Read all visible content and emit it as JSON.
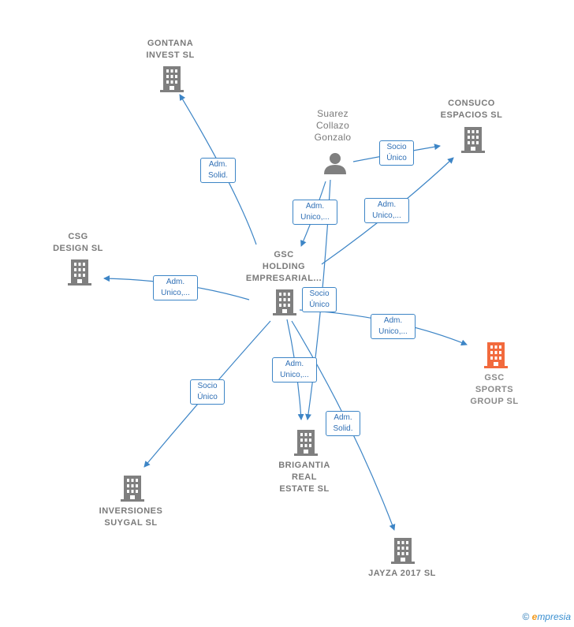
{
  "nodes": {
    "gontana": "GONTANA\nINVEST  SL",
    "suarez": "Suarez\nCollazo\nGonzalo",
    "consuco": "CONSUCO\nESPACIOS  SL",
    "csg": "CSG\nDESIGN  SL",
    "gsc_holding": "GSC\nHOLDING\nEMPRESARIAL...",
    "gsc_sports": "GSC\nSPORTS\nGROUP  SL",
    "brigantia": "BRIGANTIA\nREAL\nESTATE  SL",
    "inversiones": "INVERSIONES\nSUYGAL  SL",
    "jayza": "JAYZA 2017  SL"
  },
  "edge_labels": {
    "gontana": "Adm.\nSolid.",
    "suarez_consuco": "Socio\nÚnico",
    "suarez_holding": "Adm.\nUnico,...",
    "holding_consuco": "Adm.\nUnico,...",
    "csg": "Adm.\nUnico,...",
    "suarez_brigantia": "Socio\nÚnico",
    "gsc_sports": "Adm.\nUnico,...",
    "brigantia": "Adm.\nUnico,...",
    "inversiones": "Socio\nÚnico",
    "jayza": "Adm.\nSolid."
  },
  "footer": {
    "copyright": "©",
    "brand_e": "e",
    "brand_rest": "mpresia"
  },
  "colors": {
    "edge": "#3d85c6",
    "building": "#7f7f7f",
    "building_highlight": "#f26a3d",
    "person": "#7f7f7f"
  }
}
